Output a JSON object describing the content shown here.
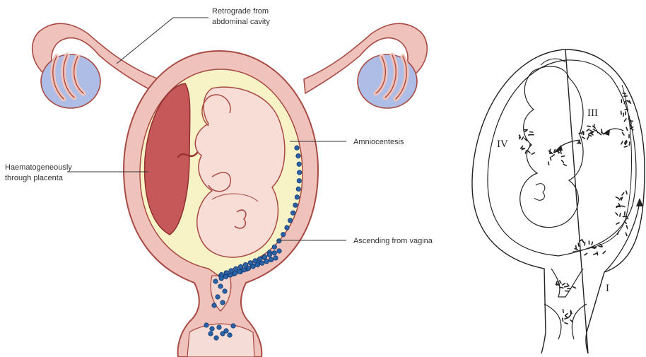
{
  "left_panel": {
    "labels": {
      "retrograde_line1": "Retrograde from",
      "retrograde_line2": "abdominal cavity",
      "haem_line1": "Haematogeneously",
      "haem_line2": "through placenta",
      "amnio": "Amniocentesis",
      "ascending": "Ascending from vagina"
    }
  },
  "right_panel": {
    "roman_labels": {
      "i": "I",
      "iii": "III",
      "iv": "IV"
    }
  },
  "colors": {
    "uterus_wall": "#efc3bc",
    "uterus_outline": "#a84a44",
    "amniotic_fluid": "#f7f3c6",
    "placenta": "#c7585a",
    "ovary": "#aebde6",
    "fetus": "#f8dcd6",
    "bacteria": "#2c63a6"
  }
}
